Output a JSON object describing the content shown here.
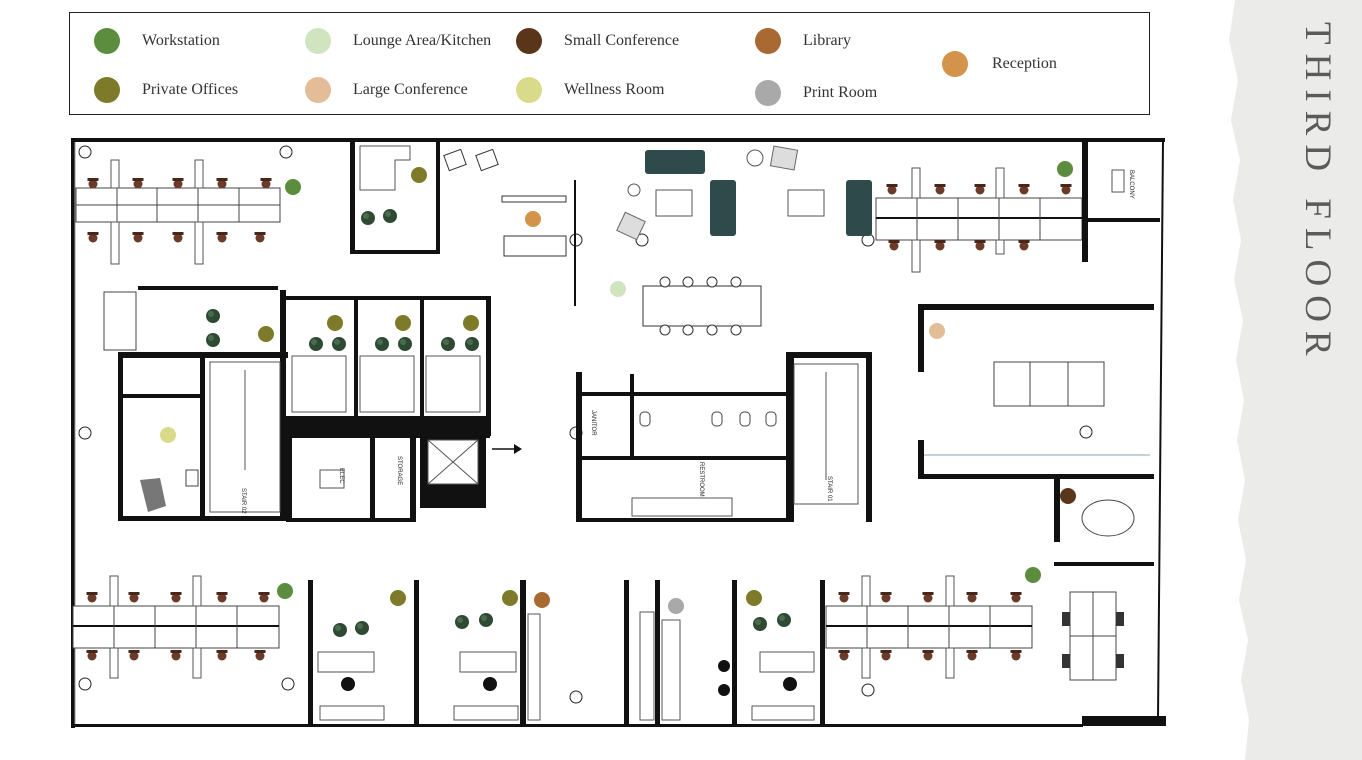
{
  "page_title": "THIRD FLOOR",
  "colors": {
    "workstation": "#5c8c3e",
    "lounge_kitchen": "#cfe4bf",
    "small_conference": "#5a3519",
    "library": "#a86a32",
    "reception": "#d3934a",
    "private_offices": "#7d7a29",
    "large_conference": "#e2bd98",
    "wellness_room": "#d9db8a",
    "print_room": "#a9a9a9",
    "walls": "#111111",
    "sidebar_bg": "#ebebea",
    "title_text": "#5a5a5a"
  },
  "legend": [
    {
      "key": "workstation",
      "label": "Workstation",
      "color": "#5c8c3e"
    },
    {
      "key": "lounge_kitchen",
      "label": "Lounge Area/Kitchen",
      "color": "#cfe4bf"
    },
    {
      "key": "small_conference",
      "label": "Small Conference",
      "color": "#5a3519"
    },
    {
      "key": "library",
      "label": "Library",
      "color": "#a86a32"
    },
    {
      "key": "reception",
      "label": "Reception",
      "color": "#d3934a"
    },
    {
      "key": "private_offices",
      "label": "Private Offices",
      "color": "#7d7a29"
    },
    {
      "key": "large_conference",
      "label": "Large Conference",
      "color": "#e2bd98"
    },
    {
      "key": "wellness_room",
      "label": "Wellness Room",
      "color": "#d9db8a"
    },
    {
      "key": "print_room",
      "label": "Print Room",
      "color": "#a9a9a9"
    }
  ],
  "plan_labels": {
    "stair_02": "STAIR 02",
    "stair_01": "STAIR 01",
    "elec": "ELEC",
    "storage": "STORAGE",
    "restroom": "RESTROOM",
    "janitor": "JANITOR",
    "balcony": "BALCONY"
  }
}
